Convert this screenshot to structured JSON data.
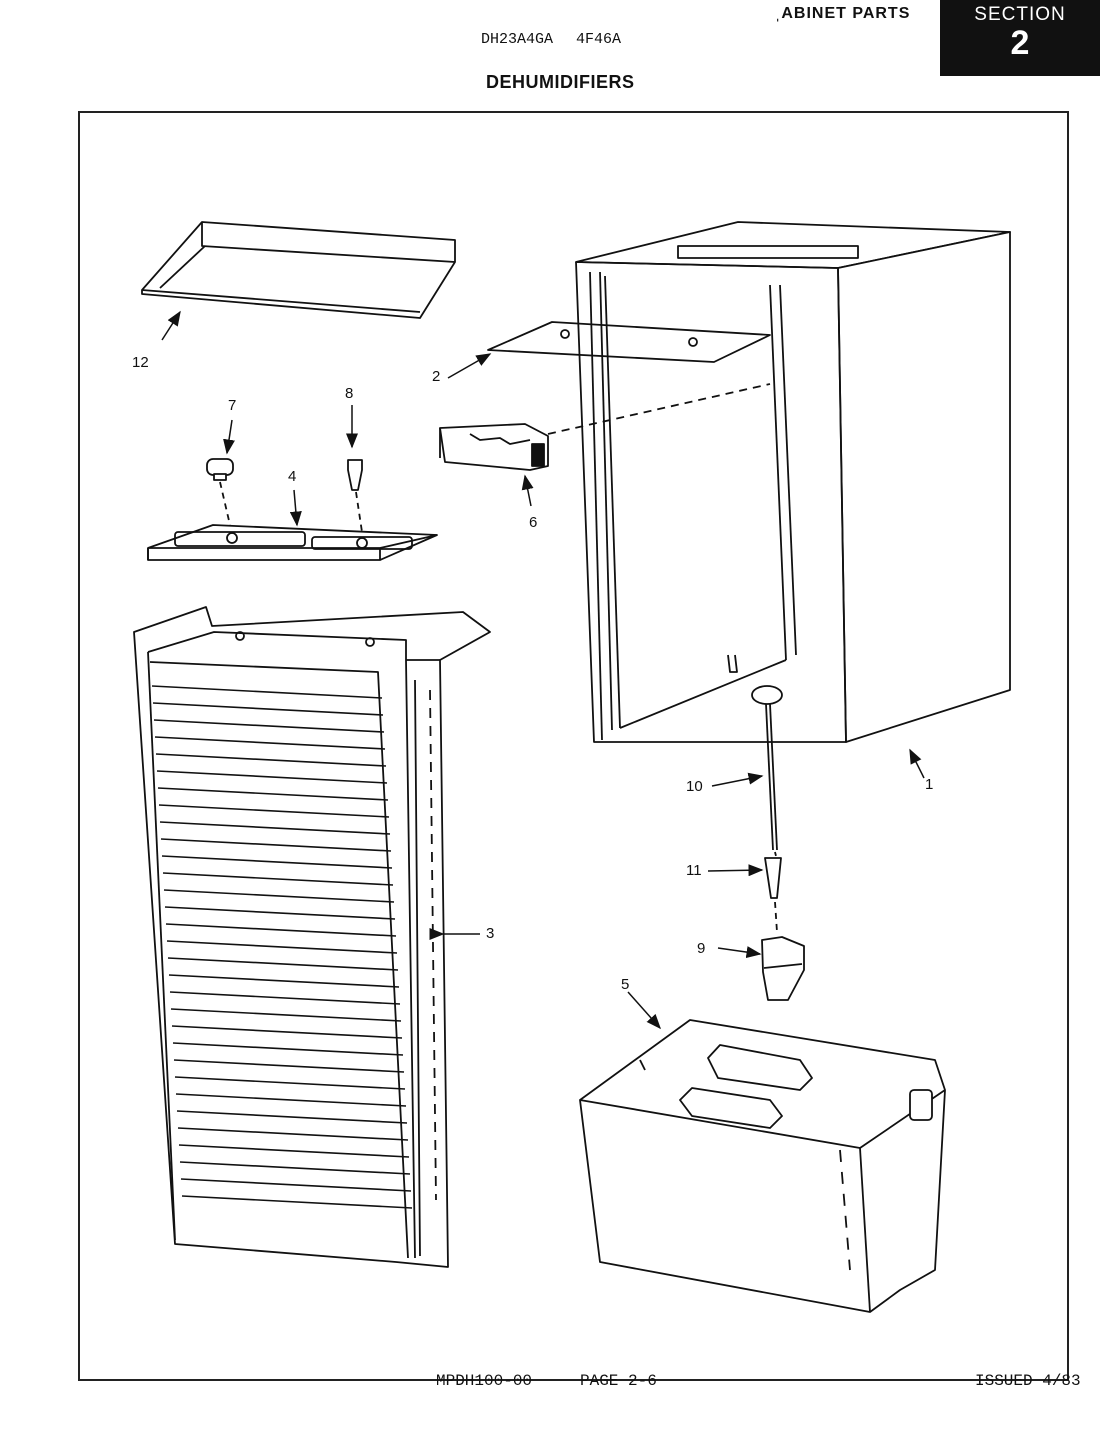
{
  "header": {
    "category": "ˌABINET PARTS",
    "section_label": "SECTION",
    "section_number": "2",
    "models": [
      "DH23A4GA",
      "4F46A"
    ],
    "title": "DEHUMIDIFIERS"
  },
  "callouts": [
    "1",
    "2",
    "3",
    "4",
    "5",
    "6",
    "7",
    "8",
    "9",
    "10",
    "11",
    "12"
  ],
  "footer": {
    "doc_number": "MPDH100-00",
    "page": "PAGE 2-6",
    "issued": "ISSUED 4/83"
  }
}
